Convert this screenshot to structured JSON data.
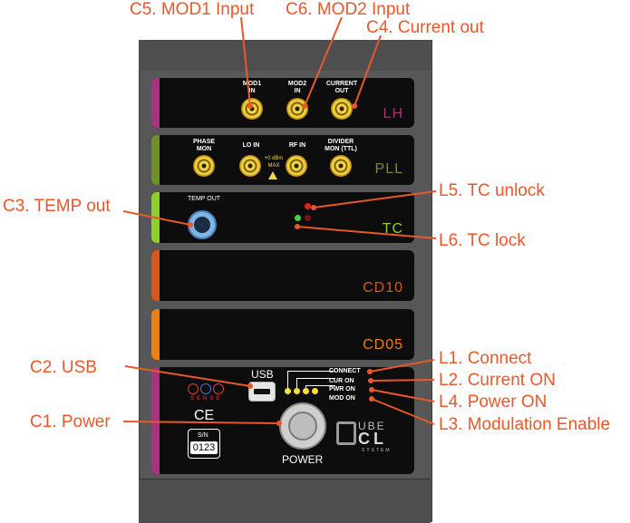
{
  "callouts": {
    "c5": "C5. MOD1 Input",
    "c6": "C6. MOD2 Input",
    "c4": "C4. Current out",
    "c3": "C3. TEMP out",
    "l5": "L5. TC unlock",
    "l6": "L6. TC lock",
    "c2": "C2. USB",
    "c1": "C1. Power",
    "l1": "L1. Connect",
    "l2": "L2. Current ON",
    "l4": "L4. Power ON",
    "l3": "L3. Modulation Enable"
  },
  "colors": {
    "callout": "#e8582a",
    "lh": "#a8337f",
    "pll": "#6f8f2a",
    "tc": "#8fcf2a",
    "cd10": "#d9571c",
    "cd05": "#ee7d14",
    "power": "#a8337f"
  },
  "modules": {
    "lh": {
      "name": "LH",
      "mod1": "MOD1\nIN",
      "mod2": "MOD2\nIN",
      "current": "CURRENT\nOUT"
    },
    "pll": {
      "name": "PLL",
      "phase": "PHASE\nMON",
      "lo": "LO IN",
      "rf": "RF IN",
      "divider": "DIVIDER\nMON (TTL)",
      "note": "+0 dBm\nMAX"
    },
    "tc": {
      "name": "TC",
      "temp_out": "TEMP OUT"
    },
    "cd10": {
      "name": "CD10"
    },
    "cd05": {
      "name": "CD05"
    },
    "power": {
      "usb": "USB",
      "power": "POWER",
      "led_connect": "CONNECT",
      "led_cur": "CUR ON",
      "led_pwr": "PWR ON",
      "led_mod": "MOD ON",
      "sn_label": "S/N",
      "sn_value": "0123",
      "ce": "CE",
      "brand_sense": "SENSE",
      "brand_ube": "UBE",
      "brand_cl": "CL",
      "brand_system": "SYSTEM"
    }
  }
}
